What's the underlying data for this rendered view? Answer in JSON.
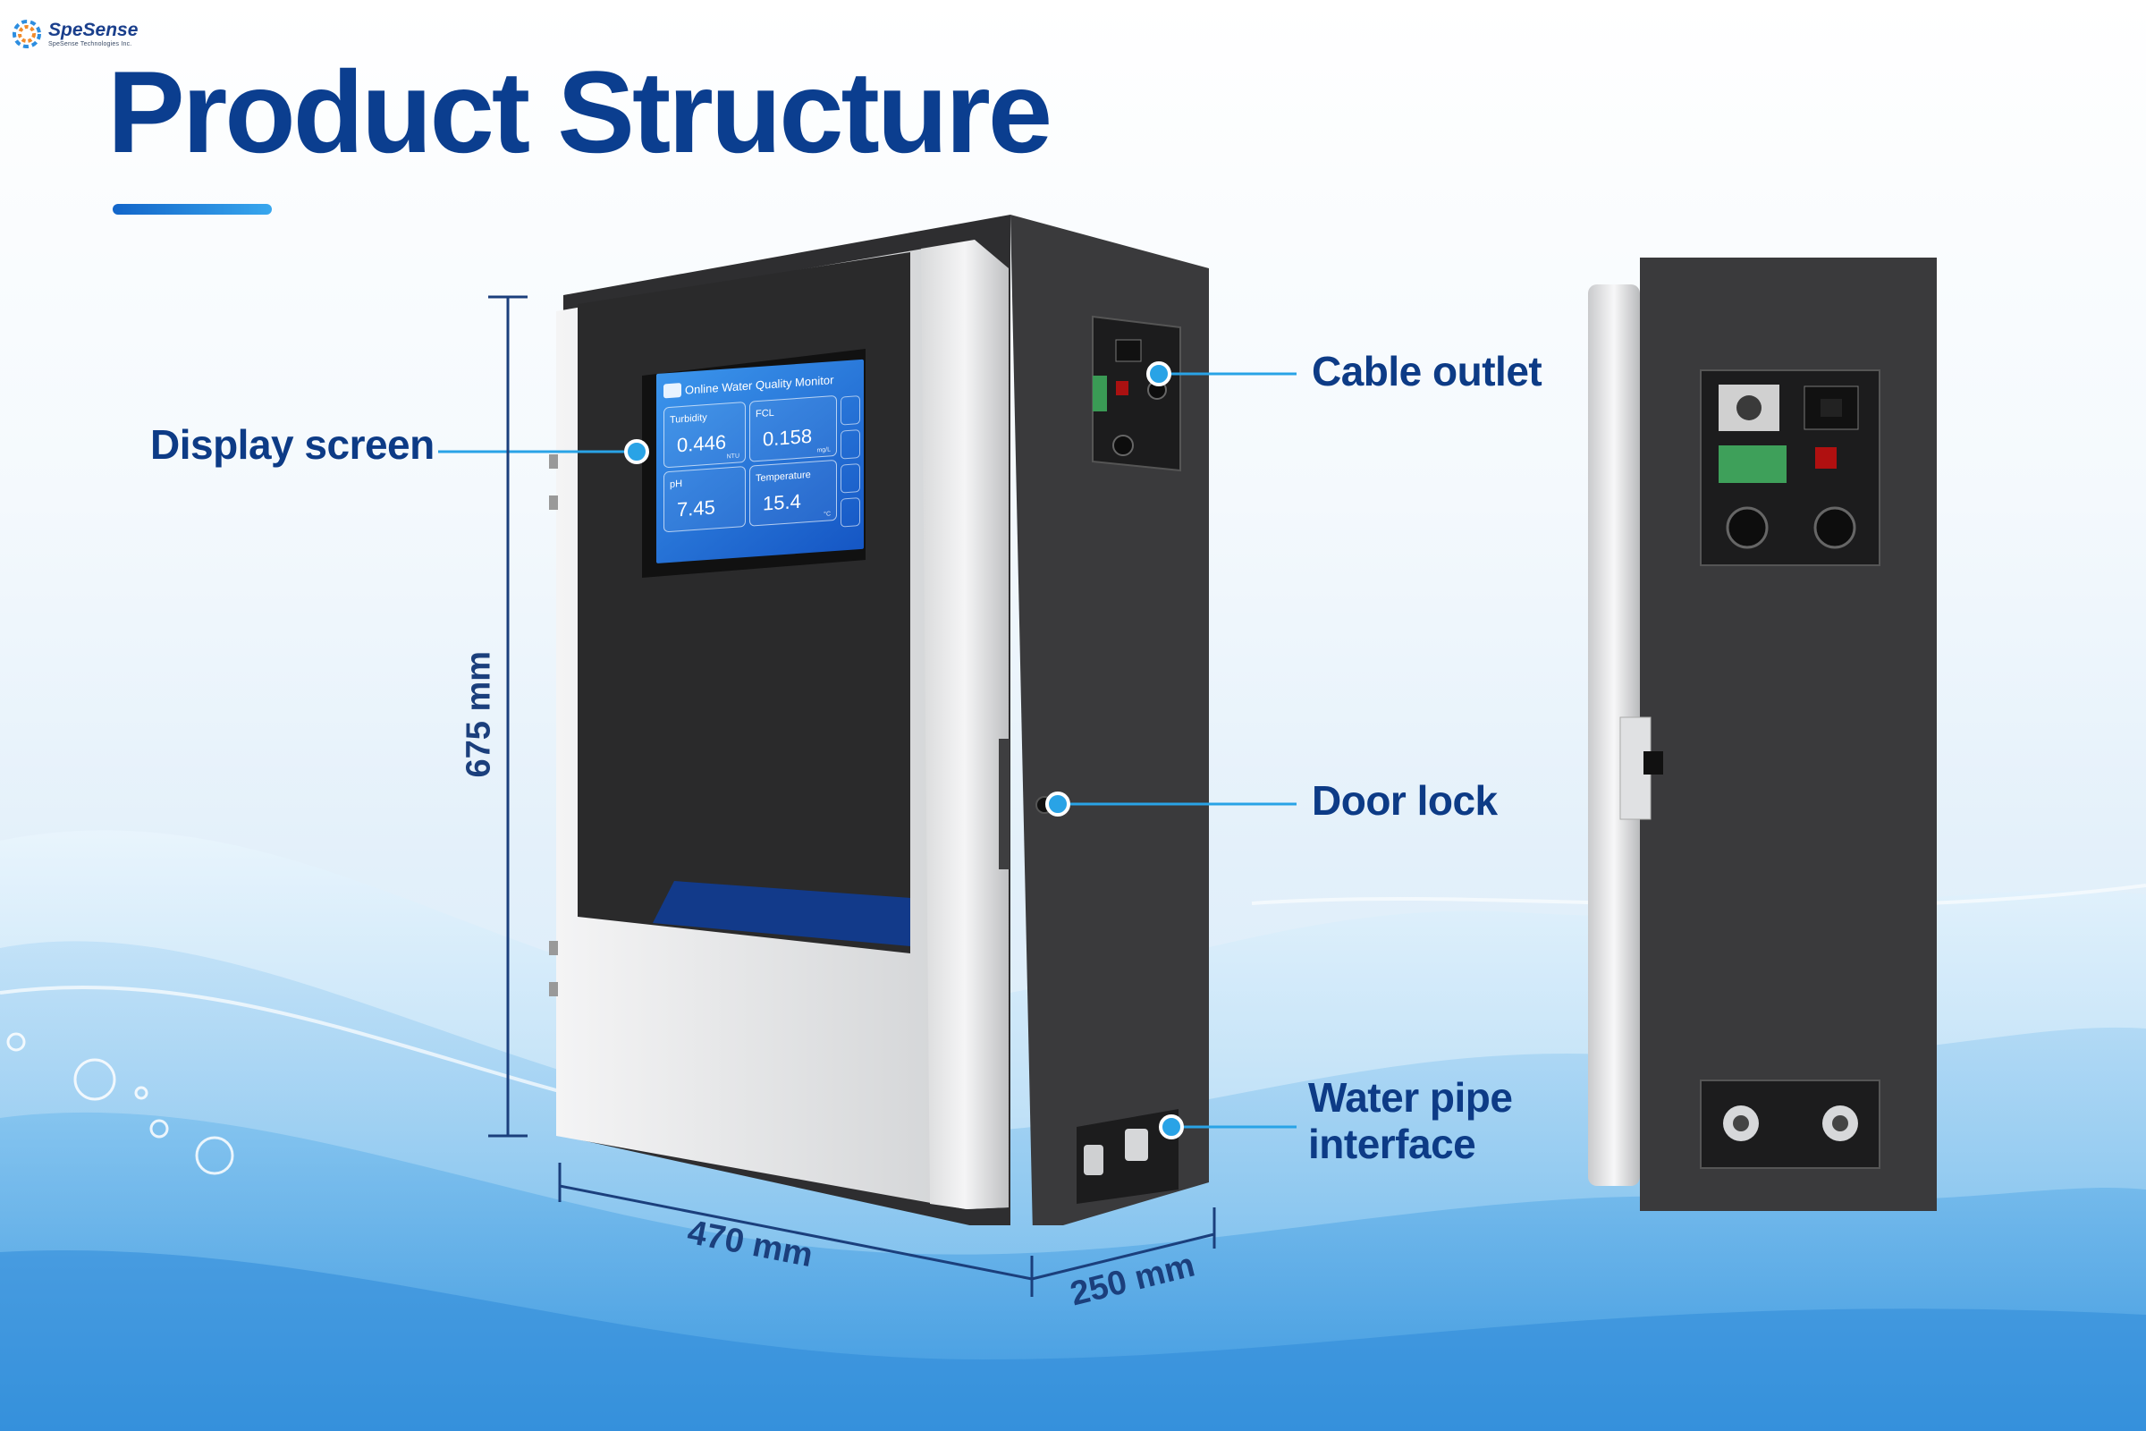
{
  "brand": {
    "name": "SpeSense",
    "tagline": "SpeSense Technologies Inc."
  },
  "title": "Product Structure",
  "colors": {
    "title": "#0b3e8f",
    "accent": "#29a3e6",
    "cabinet": "#3a3a3c",
    "panel": "#2a2a2b",
    "screen": "#1f73d6"
  },
  "callouts": {
    "display": "Display screen",
    "cable": "Cable outlet",
    "lock": "Door lock",
    "pipe": "Water pipe interface"
  },
  "dimensions": {
    "height": "675 mm",
    "width": "470 mm",
    "depth": "250 mm"
  },
  "screen": {
    "title": "Online Water Quality Monitor",
    "tiles": [
      {
        "label": "Turbidity",
        "value": "0.446",
        "unit": "NTU"
      },
      {
        "label": "FCL",
        "value": "0.158",
        "unit": "mg/L"
      },
      {
        "label": "pH",
        "value": "7.45",
        "unit": ""
      },
      {
        "label": "Temperature",
        "value": "15.4",
        "unit": "°C"
      }
    ]
  }
}
